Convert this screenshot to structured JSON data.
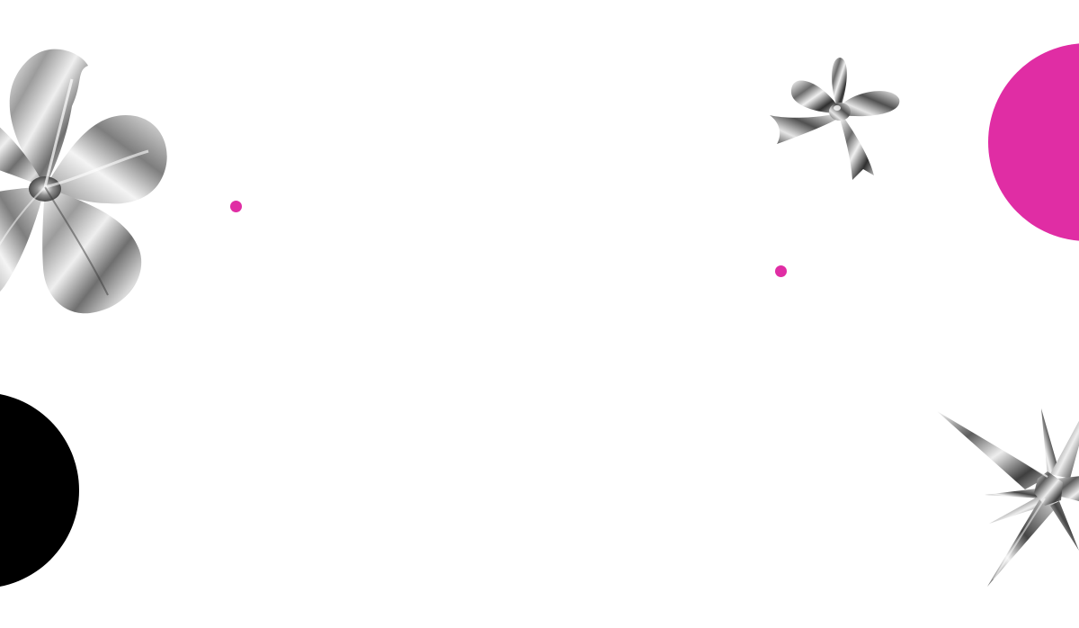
{
  "colors": {
    "background": "#ffffff",
    "accent_pink": "#e02da4",
    "black": "#000000",
    "chrome_light": "#f2f2f2",
    "chrome_mid": "#a9a9a9",
    "chrome_dark": "#3a3a3a"
  },
  "decorations": [
    {
      "icon": "chrome-flower-icon"
    },
    {
      "icon": "chrome-bow-icon"
    },
    {
      "icon": "chrome-star-icon"
    },
    {
      "icon": "pink-dot"
    },
    {
      "icon": "pink-dot"
    },
    {
      "icon": "pink-circle"
    },
    {
      "icon": "black-circle"
    }
  ]
}
